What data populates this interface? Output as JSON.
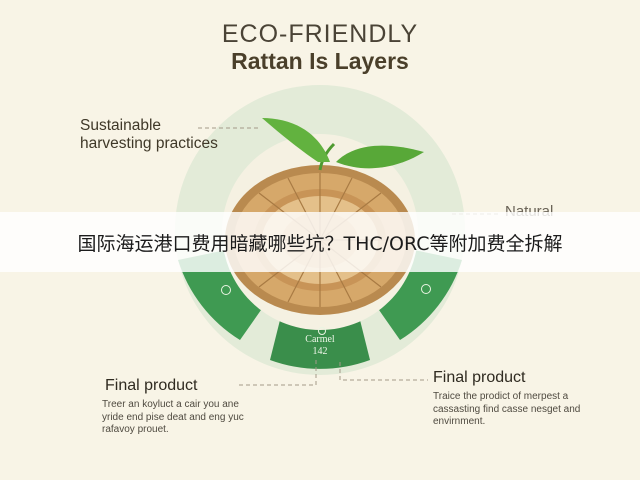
{
  "title": {
    "line1": "ECO-FRIENDLY",
    "line2": "Rattan Is Layers"
  },
  "labels": {
    "top_left": "Sustainable harvesting practices",
    "top_right": "Natural",
    "bottom_left_head": "Final product",
    "bottom_left_text": "Treer an koyluct a cair you ane yride end pise deat and eng yuc rafavoy prouet.",
    "bottom_right_head": "Final product",
    "bottom_right_text": "Traice the prodict of merpest a cassasting find casse nesget and envirnment."
  },
  "segments": {
    "bottom_name": "Carmel",
    "bottom_number": "142"
  },
  "banner": {
    "text": "国际海运港口费用暗藏哪些坑？THC/ORC等附加费全拆解"
  },
  "colors": {
    "background": "#f8f4e6",
    "outer_ring": "#e2ead7",
    "segment_green": "#3e9650",
    "basket": "#d8aa6c",
    "leaf": "#5fae3c"
  }
}
